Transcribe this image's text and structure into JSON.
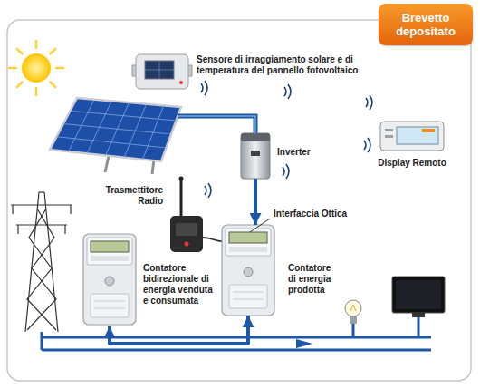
{
  "diagram": {
    "nodes": [
      {
        "text": [
          "Brevetto depositato"
        ]
      },
      {
        "text": [
          "Sensore di irraggiamento solare e di temperatura del pannello fotovoltaico"
        ]
      },
      {
        "text": [
          "Display Remoto"
        ]
      },
      {
        "text": [
          "Inverter"
        ]
      },
      {
        "text": [
          "Trasmettitore Radio"
        ]
      },
      {
        "text": [
          "Contatore bidirezionale di energia venduta e consumata"
        ]
      },
      {
        "text": [
          "Contatore di energia prodotta"
        ]
      }
    ],
    "edges": [
      {
        "from": 3,
        "to": 6,
        "arrow": "to"
      },
      {
        "from": 5,
        "to": 6,
        "arrow": "both"
      }
    ],
    "labels": [
      "Interfaccia Ottica"
    ]
  }
}
